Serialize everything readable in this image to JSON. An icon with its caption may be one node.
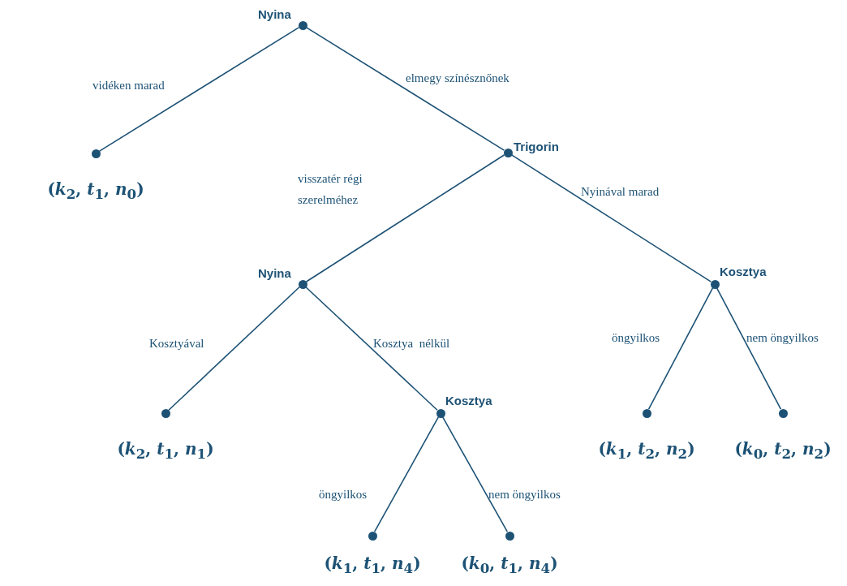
{
  "diagram": {
    "nodes": [
      {
        "text": [
          "Nyina"
        ]
      },
      {
        "text": [],
        "shape": "circle",
        "beside": [
          "(*k*$_{2}$, *t*$_{1}$, *n*$_{0}$)"
        ]
      },
      {
        "text": [
          "Trigorin"
        ]
      },
      {
        "text": [
          "Nyina"
        ]
      },
      {
        "text": [
          "Kosztya"
        ]
      },
      {
        "text": [],
        "shape": "circle",
        "beside": [
          "(*k*$_{2}$, *t*$_{1}$, *n*$_{1}$)"
        ]
      },
      {
        "text": [
          "Kosztya"
        ]
      },
      {
        "text": [],
        "shape": "circle",
        "beside": [
          "(*k*$_{1}$, *t*$_{2}$, *n*$_{2}$)"
        ]
      },
      {
        "text": [],
        "shape": "circle",
        "beside": [
          "(*k*$_{0}$, *t*$_{2}$, *n*$_{2}$)"
        ]
      },
      {
        "text": [],
        "shape": "circle",
        "beside": [
          "(*k*$_{1}$, *t*$_{1}$, *n*$_{4}$)"
        ]
      },
      {
        "text": [],
        "shape": "circle",
        "beside": [
          "(*k*$_{0}$, *t*$_{1}$, *n*$_{4}$)"
        ]
      }
    ],
    "edges": [
      {
        "from": 0,
        "to": 1,
        "arrow": "none",
        "label": "vidéken marad"
      },
      {
        "from": 0,
        "to": 2,
        "arrow": "none",
        "label": "elmegy színésznőnek"
      },
      {
        "from": 2,
        "to": 3,
        "arrow": "none",
        "label": "visszatér régi szerelméhez"
      },
      {
        "from": 2,
        "to": 4,
        "arrow": "none",
        "label": "Nyinával marad"
      },
      {
        "from": 3,
        "to": 5,
        "arrow": "none",
        "label": "Kosztyával"
      },
      {
        "from": 3,
        "to": 6,
        "arrow": "none",
        "label": "Kosztya  nélkül"
      },
      {
        "from": 4,
        "to": 7,
        "arrow": "none",
        "label": "öngyilkos"
      },
      {
        "from": 4,
        "to": 8,
        "arrow": "none",
        "label": "nem öngyilkos"
      },
      {
        "from": 6,
        "to": 9,
        "arrow": "none",
        "label": "öngyilkos"
      },
      {
        "from": 6,
        "to": 10,
        "arrow": "none",
        "label": "nem öngyilkos"
      }
    ]
  }
}
